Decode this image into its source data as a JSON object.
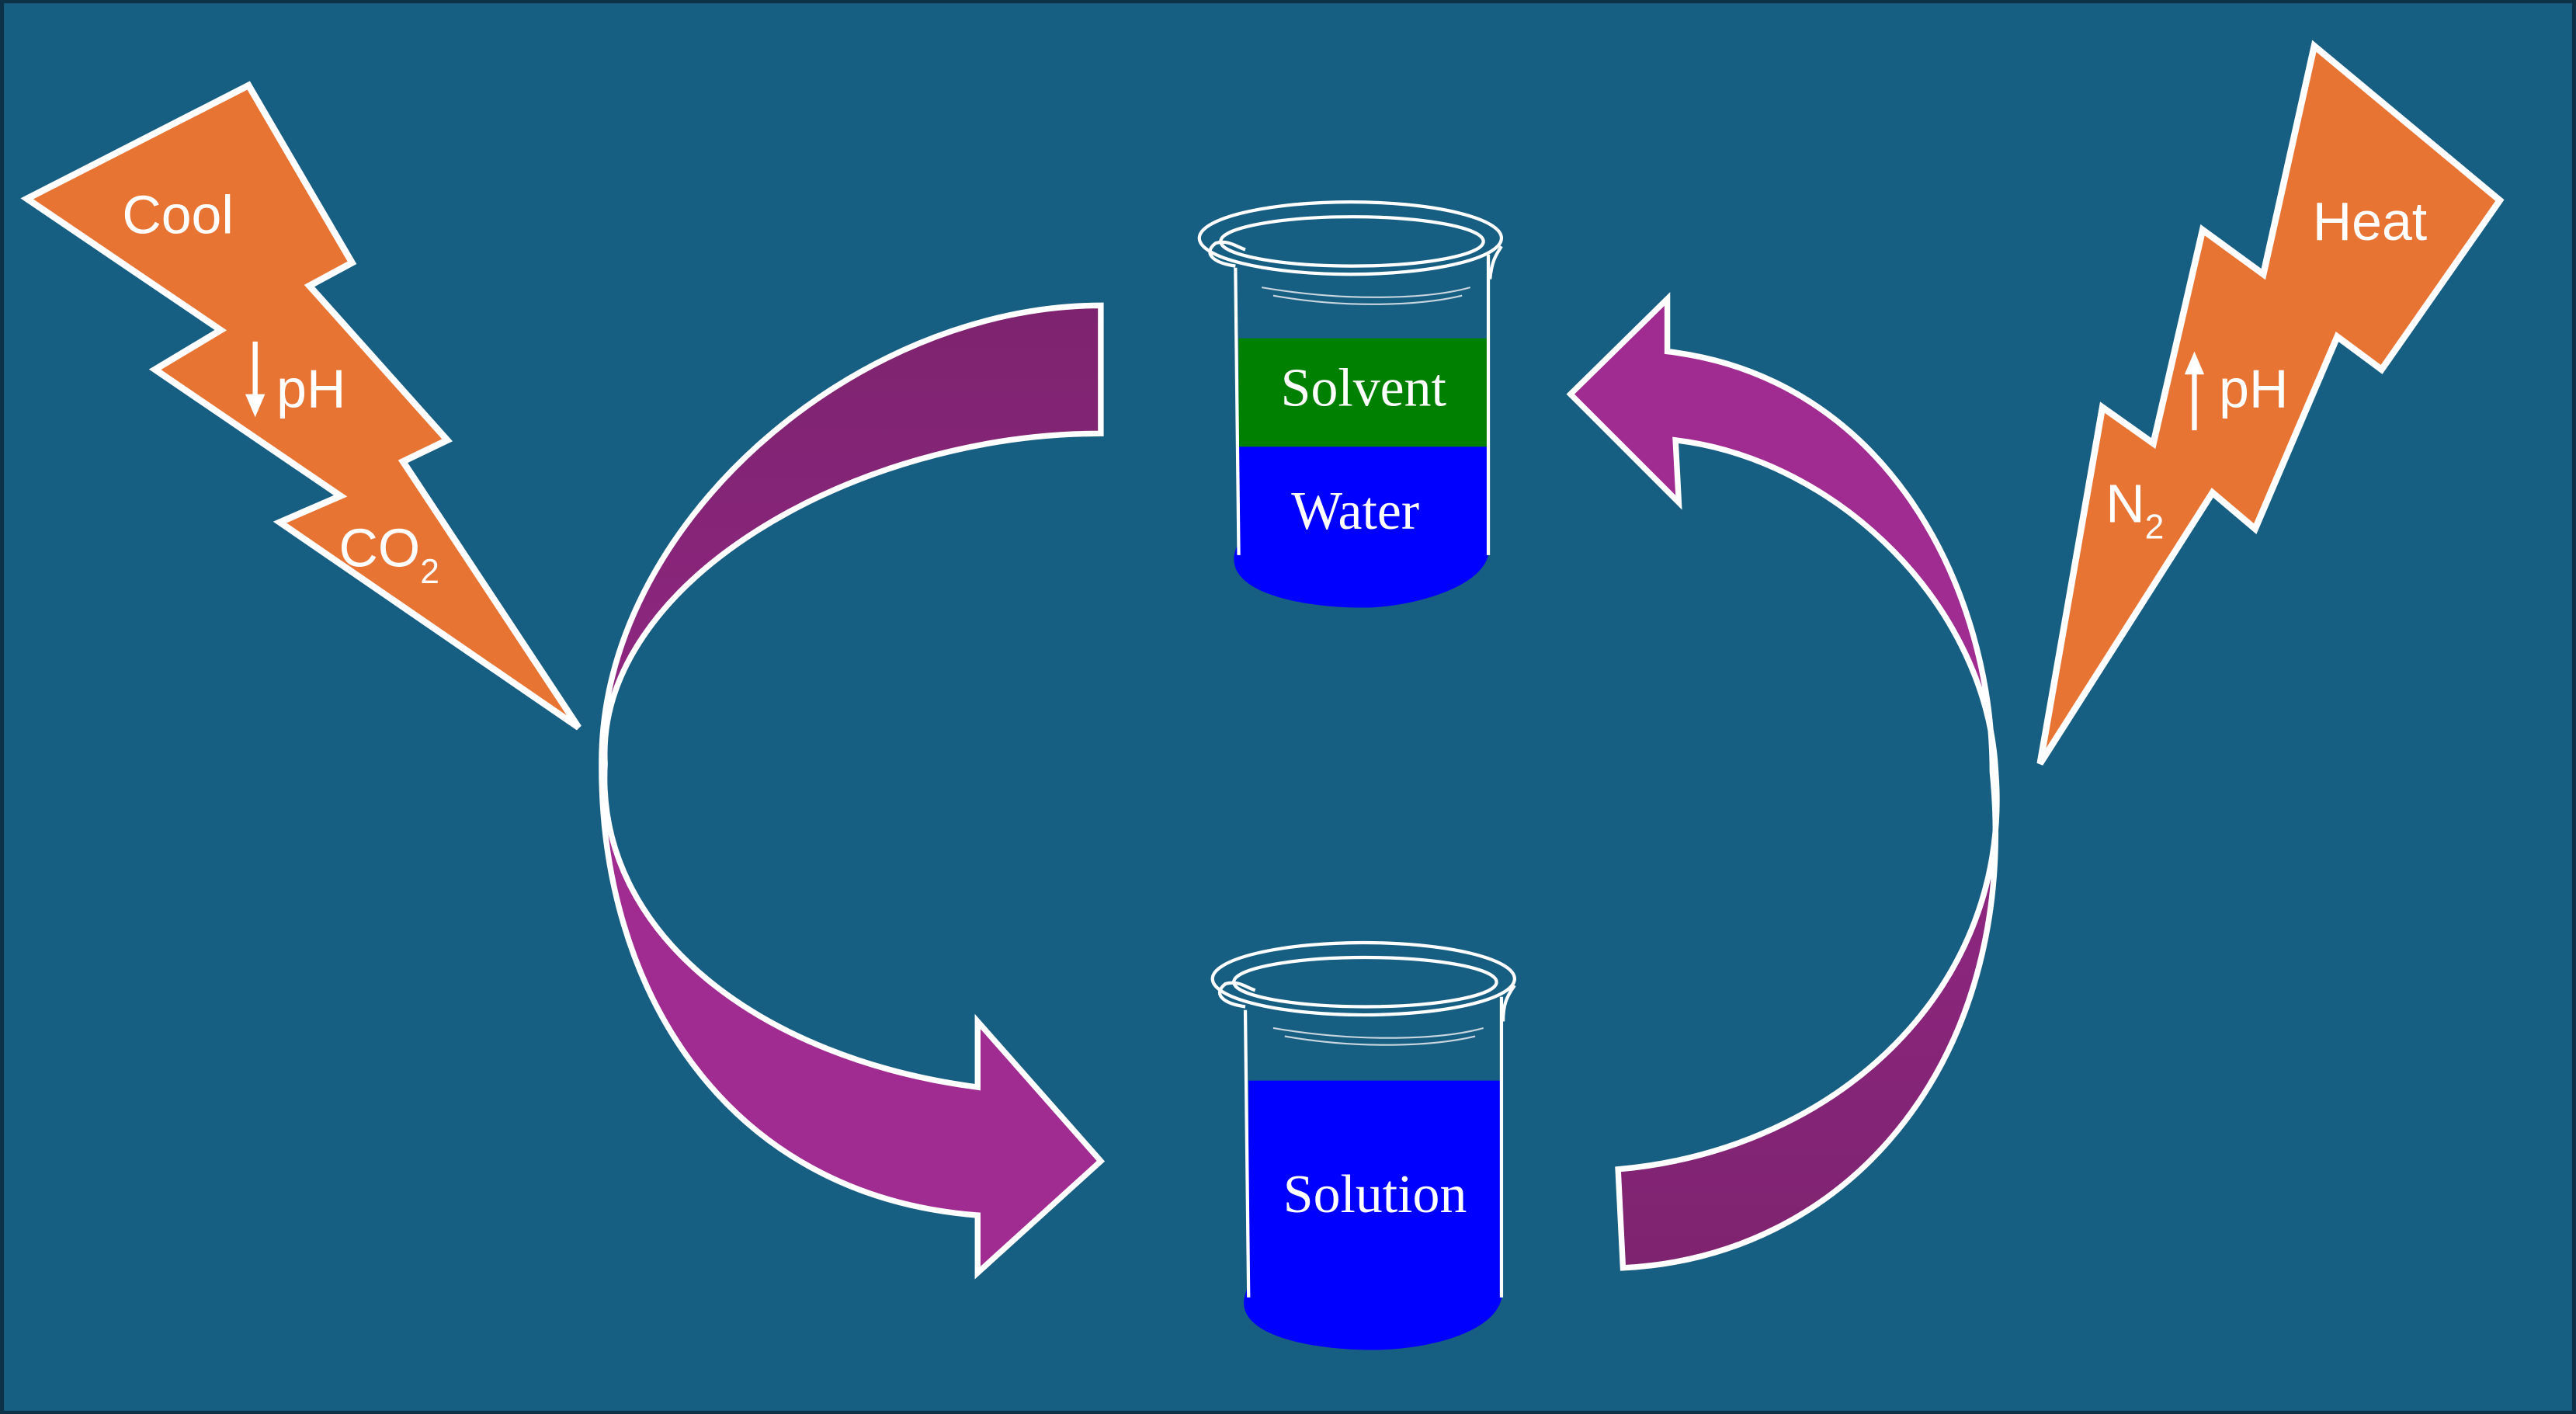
{
  "colors": {
    "background": "#175f82",
    "border": "#0d3146",
    "bolt_fill": "#e87434",
    "arrow_light": "#a02b91",
    "arrow_dark": "#7e236f",
    "solvent_layer": "#008000",
    "water_layer": "#0000ff",
    "outline": "#ffffff"
  },
  "icons": {
    "left_bolt": "lightning-bolt-icon",
    "right_bolt": "lightning-bolt-icon",
    "top_beaker": "beaker-icon",
    "bottom_beaker": "beaker-icon",
    "ph_down": "arrow-down-icon",
    "ph_up": "arrow-up-icon"
  },
  "left_bolt": {
    "condition": "Cool",
    "ph_label": "pH",
    "gas_label": "CO",
    "gas_subscript": "2"
  },
  "right_bolt": {
    "condition": "Heat",
    "ph_label": "pH",
    "gas_label": "N",
    "gas_subscript": "2"
  },
  "top_beaker": {
    "upper_layer": "Solvent",
    "lower_layer": "Water"
  },
  "bottom_beaker": {
    "layer": "Solution"
  }
}
